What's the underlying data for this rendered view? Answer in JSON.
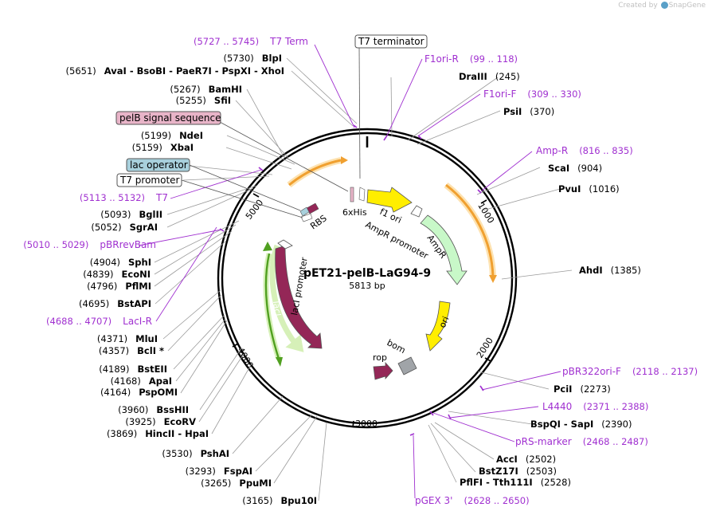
{
  "watermark": {
    "created_by": "Created by",
    "brand": "SnapGene"
  },
  "plasmid": {
    "name": "pET21-pelB-LaG94-9",
    "size": "5813 bp"
  },
  "ticks": [
    "1000",
    "2000",
    "3000",
    "4000",
    "5000"
  ],
  "colors": {
    "backbone": "#000000",
    "orange": "#f0a030",
    "yellow": "#ffee00",
    "pale_green": "#c8f8c8",
    "green": "#50a020",
    "maroon": "#942757",
    "grey": "#a0a4a8",
    "purple": "#a030d0",
    "pelb_bg": "#e8b4c8",
    "lacop_bg": "#a8d0dc"
  },
  "right_labels": [
    {
      "bold": "DraIII",
      "pos": "(245)"
    },
    {
      "bold": "PsiI",
      "pos": "(370)"
    },
    {
      "bold": "ScaI",
      "pos": "(904)"
    },
    {
      "bold": "PvuI",
      "pos": "(1016)"
    },
    {
      "bold": "AhdI",
      "pos": "(1385)"
    },
    {
      "bold": "PciI",
      "pos": "(2273)"
    },
    {
      "bold": "BspQI  -  SapI",
      "pos": "(2390)"
    },
    {
      "bold": "AccI",
      "pos": "(2502)"
    },
    {
      "bold": "BstZ17I",
      "pos": "(2503)"
    },
    {
      "bold": "PflFI  -  Tth111I",
      "pos": "(2528)"
    }
  ],
  "right_primers": [
    {
      "name": "F1ori-R",
      "range": "(99 .. 118)"
    },
    {
      "name": "F1ori-F",
      "range": "(309 .. 330)"
    },
    {
      "name": "Amp-R",
      "range": "(816 .. 835)"
    },
    {
      "name": "pBR322ori-F",
      "range": "(2118 .. 2137)"
    },
    {
      "name": "L4440",
      "range": "(2371 .. 2388)"
    },
    {
      "name": "pRS-marker",
      "range": "(2468 .. 2487)"
    },
    {
      "name": "pGEX 3'",
      "range": "(2628 .. 2650)"
    }
  ],
  "left_labels": [
    {
      "pos": "(5730)",
      "bold": "BlpI"
    },
    {
      "pos": "(5651)",
      "bold": "AvaI  -  BsoBI  -  PaeR7I  -  PspXI  -  XhoI"
    },
    {
      "pos": "(5267)",
      "bold": "BamHI"
    },
    {
      "pos": "(5255)",
      "bold": "SfiI"
    },
    {
      "pos": "(5199)",
      "bold": "NdeI"
    },
    {
      "pos": "(5159)",
      "bold": "XbaI"
    },
    {
      "pos": "(5093)",
      "bold": "BglII"
    },
    {
      "pos": "(5052)",
      "bold": "SgrAI"
    },
    {
      "pos": "(4904)",
      "bold": "SphI"
    },
    {
      "pos": "(4839)",
      "bold": "EcoNI"
    },
    {
      "pos": "(4796)",
      "bold": "PflMI"
    },
    {
      "pos": "(4695)",
      "bold": "BstAPI"
    },
    {
      "pos": "(4371)",
      "bold": "MluI"
    },
    {
      "pos": "(4357)",
      "bold": "BclI *"
    },
    {
      "pos": "(4189)",
      "bold": "BstEII"
    },
    {
      "pos": "(4168)",
      "bold": "ApaI"
    },
    {
      "pos": "(4164)",
      "bold": "PspOMI"
    },
    {
      "pos": "(3960)",
      "bold": "BssHII"
    },
    {
      "pos": "(3925)",
      "bold": "EcoRV"
    },
    {
      "pos": "(3869)",
      "bold": "HincII  -  HpaI"
    },
    {
      "pos": "(3530)",
      "bold": "PshAI"
    },
    {
      "pos": "(3293)",
      "bold": "FspAI"
    },
    {
      "pos": "(3265)",
      "bold": "PpuMI"
    },
    {
      "pos": "(3165)",
      "bold": "Bpu10I"
    }
  ],
  "left_primers": [
    {
      "range": "(5727 .. 5745)",
      "name": "T7 Term"
    },
    {
      "range": "(5113 .. 5132)",
      "name": "T7"
    },
    {
      "range": "(5010 .. 5029)",
      "name": "pBRrevBam"
    },
    {
      "range": "(4688 .. 4707)",
      "name": "LacI-R"
    }
  ],
  "boxed_labels": {
    "t7_terminator": "T7 terminator",
    "pelb": "pelB signal sequence",
    "lac_operator": "lac operator",
    "t7_promoter": "T7 promoter"
  },
  "features": {
    "his": "6xHis",
    "f1ori": "f1 ori",
    "ampr_promoter": "AmpR promoter",
    "ampr": "AmpR",
    "ori": "ori",
    "bom": "bom",
    "rop": "rop",
    "laci": "lacI",
    "laci_promoter": "lacI promoter",
    "rbs": "RBS"
  }
}
